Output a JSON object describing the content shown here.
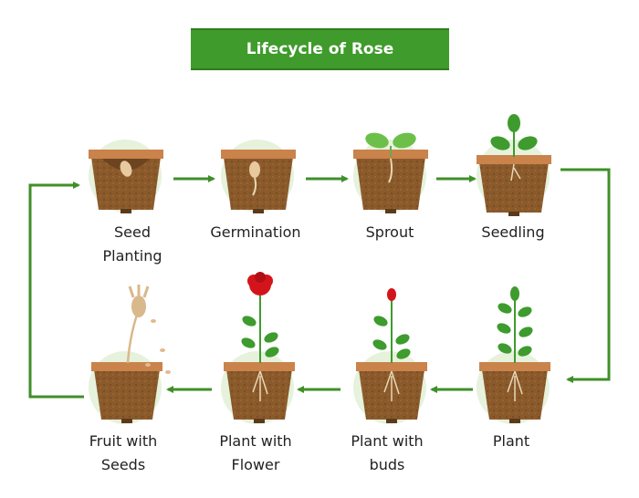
{
  "title": "Lifecycle of Rose",
  "stages": [
    {
      "label_line1": "Seed",
      "label_line2": "Planting",
      "depiction": "seed-in-pot"
    },
    {
      "label_line1": "Germination",
      "label_line2": "",
      "depiction": "germinating-seed-in-pot"
    },
    {
      "label_line1": "Sprout",
      "label_line2": "",
      "depiction": "sprout-in-pot"
    },
    {
      "label_line1": "Seedling",
      "label_line2": "",
      "depiction": "seedling-in-pot"
    },
    {
      "label_line1": "Plant",
      "label_line2": "",
      "depiction": "leafy-plant-in-pot"
    },
    {
      "label_line1": "Plant with",
      "label_line2": "buds",
      "depiction": "budding-plant-in-pot"
    },
    {
      "label_line1": "Plant with",
      "label_line2": "Flower",
      "depiction": "flowering-plant-in-pot"
    },
    {
      "label_line1": "Fruit with",
      "label_line2": "Seeds",
      "depiction": "dried-fruit-releasing-seeds-in-pot"
    }
  ],
  "colors": {
    "banner": "#3f9b2b",
    "arrow": "#3f8f28",
    "soil": "#8b5a2b",
    "pot_rim": "#c9834b",
    "halo": "#e6f2dc",
    "leaf": "#3e9b2e",
    "rose": "#d4141b"
  }
}
